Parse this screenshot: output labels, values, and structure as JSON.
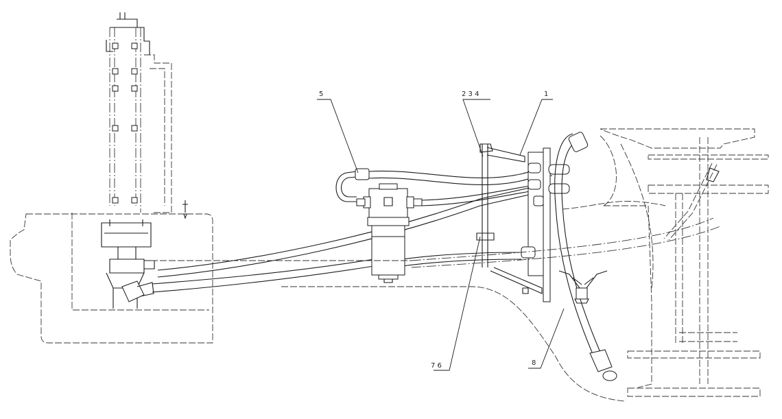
{
  "callouts": {
    "c1": "1",
    "c234": "2 3 4",
    "c5": "5",
    "c76": "7 6",
    "c8": "8"
  }
}
